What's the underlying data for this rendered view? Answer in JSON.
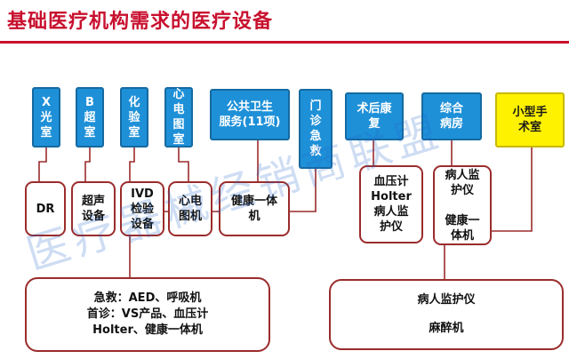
{
  "title": "基础医疗机构需求的医疗设备",
  "departments": [
    {
      "id": "xray",
      "label": "X\n光\n室"
    },
    {
      "id": "bus",
      "label": "B\n超\n室"
    },
    {
      "id": "lab",
      "label": "化\n验\n室"
    },
    {
      "id": "ecg",
      "label": "心\n电\n图\n室"
    },
    {
      "id": "public-health",
      "label": "公共卫生\n服务(11项)"
    },
    {
      "id": "emergency",
      "label": "门\n诊\n急\n救"
    },
    {
      "id": "rehab",
      "label": "术后康\n复"
    },
    {
      "id": "ward",
      "label": "综合\n病房"
    },
    {
      "id": "surgery",
      "label": "小型手\n术室"
    }
  ],
  "equipment": [
    {
      "id": "dr",
      "label": "DR"
    },
    {
      "id": "ultrasound",
      "label": "超声\n设备"
    },
    {
      "id": "ivd",
      "label": "IVD\n检验\n设备"
    },
    {
      "id": "ecg-machine",
      "label": "心电\n图机"
    },
    {
      "id": "health-all-in-one",
      "label": "健康一体\n机"
    },
    {
      "id": "rehab-equip",
      "label": "血压计\nHolter\n病人监\n护仪"
    },
    {
      "id": "ward-equip",
      "label": "病人监\n护仪\n\n健康一\n体机"
    }
  ],
  "groups": {
    "emergency": {
      "line1": "急救：AED、呼吸机",
      "line2": "首诊：VS产品、血压计",
      "line3": "Holter、健康一体机"
    },
    "surgery": {
      "line1": "病人监护仪",
      "line2": "麻醉机"
    }
  },
  "watermark": "医疗器械经销商联盟",
  "colors": {
    "title": "#c8102e",
    "department": "#1e90d8",
    "department_highlight": "#fff200",
    "connector": "#9b2c2c"
  }
}
